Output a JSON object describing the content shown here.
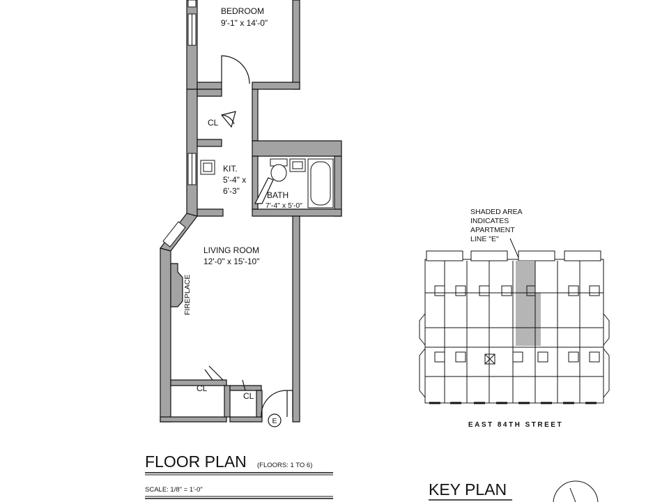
{
  "floor_plan": {
    "title": "FLOOR PLAN",
    "floors_note": "(FLOORS: 1 TO 6)",
    "scale": "SCALE: 1/8\" = 1'-0\"",
    "rooms": {
      "bedroom": {
        "name": "BEDROOM",
        "size": "9'-1\" x 14'-0\""
      },
      "closet_upper": {
        "name": "CL"
      },
      "kitchen": {
        "name": "KIT.",
        "size_line1": "5'-4\" x",
        "size_line2": "6'-3\""
      },
      "bath": {
        "name": "BATH",
        "size": "7'-4\" x 5'-0\""
      },
      "living_room": {
        "name": "LIVING ROOM",
        "size": "12'-0\" x 15'-10\""
      },
      "fireplace": {
        "name": "FIREPLACE"
      },
      "closet_lower_left": {
        "name": "CL"
      },
      "closet_lower_right": {
        "name": "CL"
      }
    },
    "entry_marker": "E"
  },
  "key_plan": {
    "title": "KEY PLAN",
    "note_lines": [
      "SHADED AREA",
      "INDICATES",
      "APARTMENT",
      "LINE \"E\""
    ],
    "street": "EAST 84TH STREET"
  },
  "colors": {
    "wall": "#a3a3a3",
    "line": "#111111",
    "shade": "#b5b5b5"
  }
}
